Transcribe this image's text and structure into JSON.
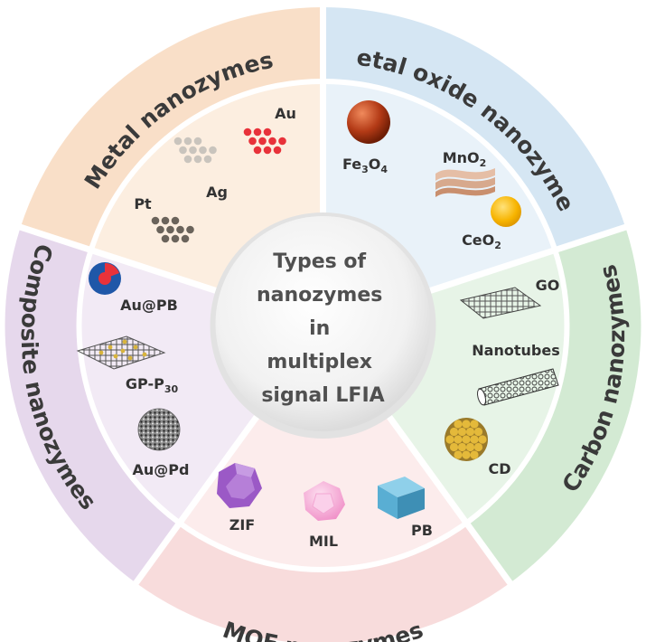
{
  "center": {
    "lines": [
      "Types of",
      "nanozymes",
      "in",
      "multiplex",
      "signal LFIA"
    ]
  },
  "categories": {
    "metal": {
      "title": "Metal nanozymes",
      "items": {
        "au": "Au",
        "ag": "Ag",
        "pt": "Pt"
      },
      "colors": {
        "outer": "#f9dfc8",
        "inner": "#fceee0"
      }
    },
    "metal_oxide": {
      "title": "Metal oxide nanozymes",
      "items": {
        "fe3o4": [
          "Fe",
          "3",
          "O",
          "4"
        ],
        "mno2": [
          "MnO",
          "2"
        ],
        "ceo2": [
          "CeO",
          "2"
        ]
      },
      "colors": {
        "outer": "#d5e6f3",
        "inner": "#e9f2f9"
      }
    },
    "carbon": {
      "title": "Carbon nanozymes",
      "items": {
        "go": "GO",
        "nanotubes": "Nanotubes",
        "cd": "CD"
      },
      "colors": {
        "outer": "#d3ead3",
        "inner": "#e7f4e7"
      }
    },
    "mof": {
      "title": "MOF nanozymes",
      "items": {
        "zif": "ZIF",
        "mil": "MIL",
        "pb": "PB"
      },
      "colors": {
        "outer": "#f8dcdc",
        "inner": "#fcecec"
      }
    },
    "composite": {
      "title": "Composite nanozymes",
      "items": {
        "aupb": "Au@PB",
        "gp": [
          "GP-P",
          "30"
        ],
        "aupd": "Au@Pd"
      },
      "colors": {
        "outer": "#e6d8ec",
        "inner": "#f2eaf5"
      }
    }
  },
  "icon_colors": {
    "au": "#e8323a",
    "ag": "#c9c4bd",
    "pt": "#6a635b",
    "fe3o4": "#b33a16",
    "mno2": "#d7a98d",
    "ceo2": "#f7b400",
    "zif": "#9b59c6",
    "mil": "#f6b7dc",
    "pb": "#59aed3",
    "cd": "#e4b93a"
  }
}
